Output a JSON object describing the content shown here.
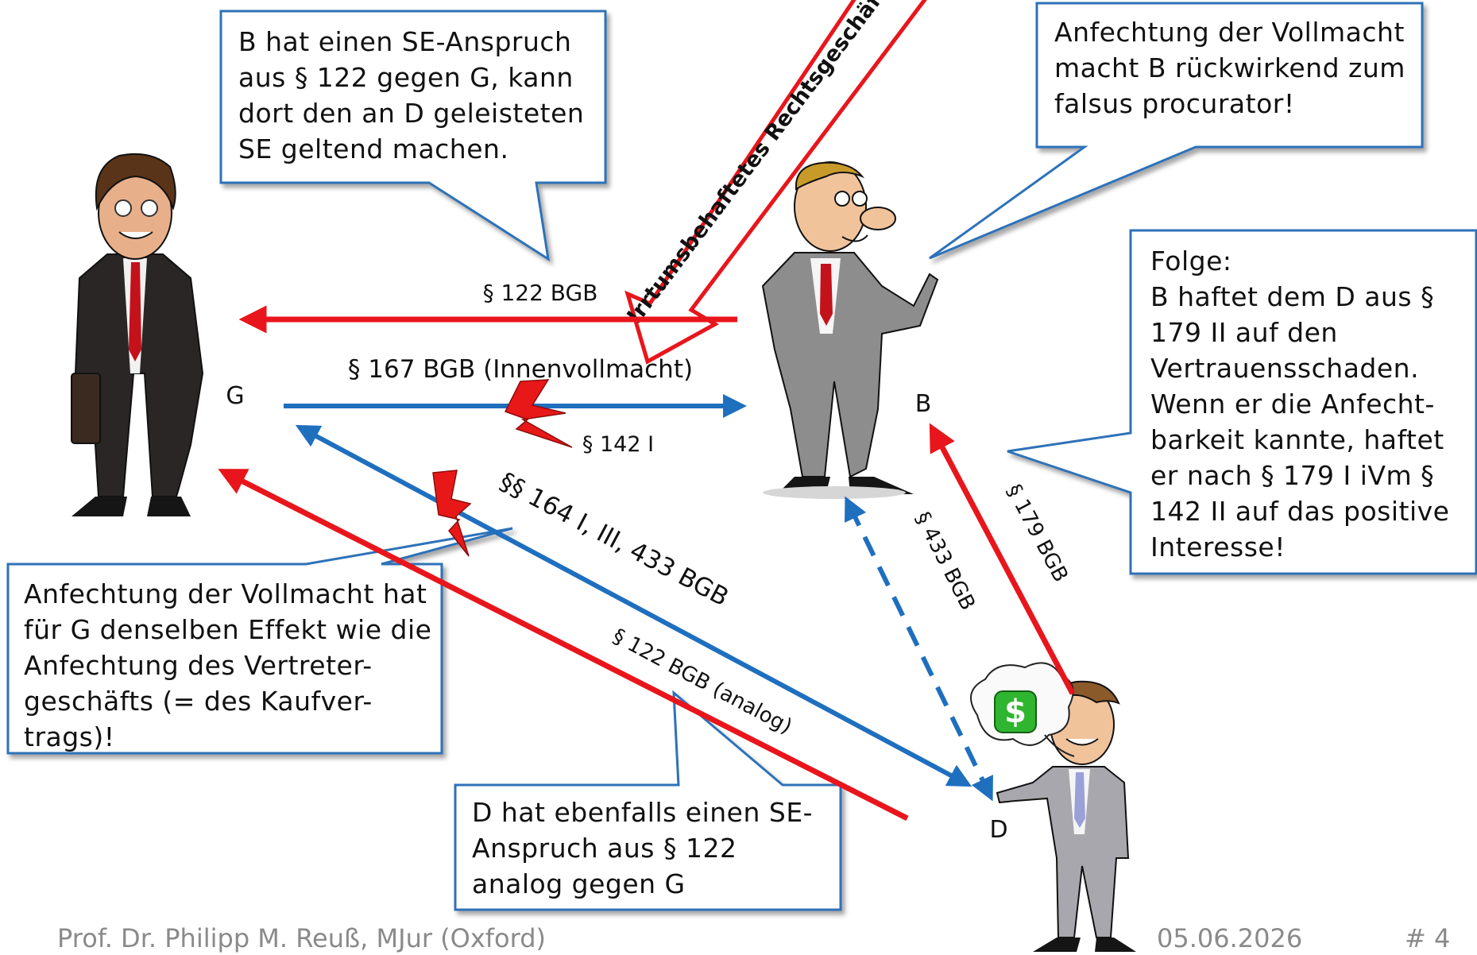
{
  "colors": {
    "red_arrow": "#e8161c",
    "blue_arrow": "#1f6fbf",
    "bubble_border": "#2f72b8",
    "lightning": "#e81818",
    "footer_text": "#8a8a8a"
  },
  "parties": {
    "g": "G",
    "b": "B",
    "d": "D"
  },
  "big_arrow_label": "Irrtumsbehaftetes Rechtsgeschäft",
  "arrow_labels": {
    "s122_bgb": "§ 122 BGB",
    "s167_bgb": "§ 167 BGB (Innenvollmacht)",
    "s142": "§ 142 I",
    "s164_433": "§§ 164 I, III, 433 BGB",
    "s122_analog": "§ 122 BGB (analog)",
    "s433": "§ 433 BGB",
    "s179": "§ 179 BGB"
  },
  "bubbles": {
    "top_left": "B hat einen SE-Anspruch\naus § 122 gegen G, kann\ndort den an D geleisteten\nSE geltend machen.",
    "top_right": "Anfechtung der Vollmacht\nmacht B rückwirkend zum\nfalsus procurator!",
    "right": "Folge:\nB haftet dem D aus §\n179 II auf den\nVertrauensschaden.\nWenn er die Anfecht-\nbarkeit kannte, haftet\ner nach § 179 I iVm §\n142 II auf das positive\nInteresse!",
    "left": "Anfechtung der Vollmacht hat\nfür G denselben Effekt wie die\nAnfechtung des Vertreter-\ngeschäfts (= des Kaufver-\ntrags)!",
    "bottom": "D hat ebenfalls einen SE-\nAnspruch aus § 122\nanalog gegen G"
  },
  "thought_bubble_symbol": "$",
  "icons": {
    "lightning": "lightning-icon",
    "money": "dollar-sign-icon"
  },
  "footer": {
    "author": "Prof. Dr. Philipp M. Reuß, MJur (Oxford)",
    "date": "05.06.2026",
    "page": "# 4"
  }
}
